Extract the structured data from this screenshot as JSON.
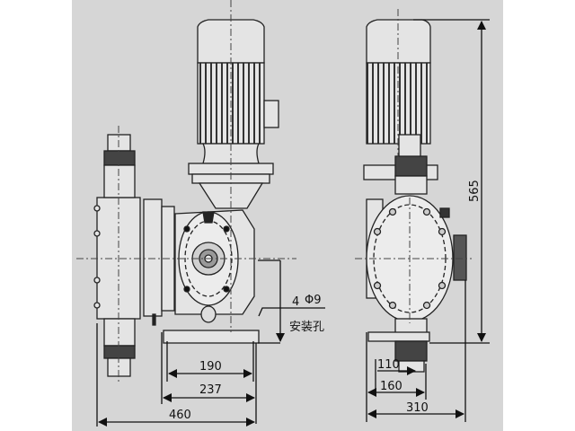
{
  "diagram": {
    "type": "engineering-drawing",
    "subject": "motor-driven diaphragm metering pump, front and side views",
    "background_color": "#d6d6d6",
    "line_color": "#222222"
  },
  "front_view": {
    "dimensions": {
      "base_inner": "190",
      "base_outer": "237",
      "overall_width": "460"
    },
    "hole_callout": {
      "count_spec": "4-Φ9",
      "count_text": "4",
      "phi_text": "Φ9",
      "label": "安装孔"
    }
  },
  "side_view": {
    "dimensions": {
      "overall_height": "565",
      "inner_width_small": "110",
      "inner_width": "160",
      "overall_width": "310"
    }
  }
}
